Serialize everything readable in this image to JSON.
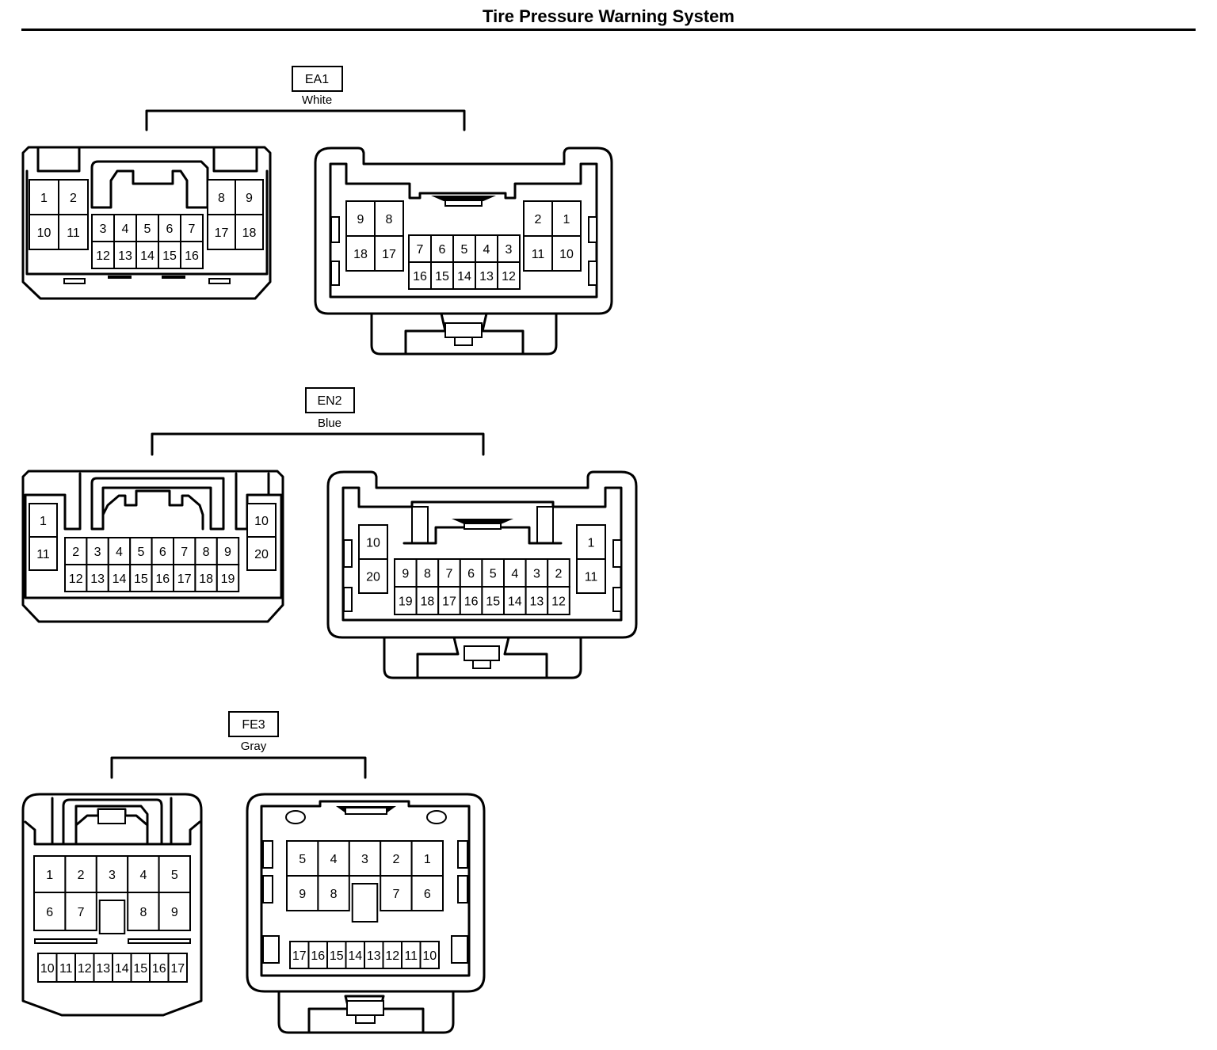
{
  "page": {
    "title": "Tire Pressure Warning System"
  },
  "connectors": {
    "ea1": {
      "code": "EA1",
      "color": "White",
      "left": {
        "left_group": [
          [
            "1",
            "2"
          ],
          [
            "10",
            "11"
          ]
        ],
        "center_group": [
          [
            "3",
            "4",
            "5",
            "6",
            "7"
          ],
          [
            "12",
            "13",
            "14",
            "15",
            "16"
          ]
        ],
        "right_group": [
          [
            "8",
            "9"
          ],
          [
            "17",
            "18"
          ]
        ]
      },
      "right": {
        "left_group": [
          [
            "9",
            "8"
          ],
          [
            "18",
            "17"
          ]
        ],
        "center_group": [
          [
            "7",
            "6",
            "5",
            "4",
            "3"
          ],
          [
            "16",
            "15",
            "14",
            "13",
            "12"
          ]
        ],
        "right_group": [
          [
            "2",
            "1"
          ],
          [
            "11",
            "10"
          ]
        ]
      }
    },
    "en2": {
      "code": "EN2",
      "color": "Blue",
      "left": {
        "left_group": [
          [
            "1"
          ],
          [
            "11"
          ]
        ],
        "center_group": [
          [
            "2",
            "3",
            "4",
            "5",
            "6",
            "7",
            "8",
            "9"
          ],
          [
            "12",
            "13",
            "14",
            "15",
            "16",
            "17",
            "18",
            "19"
          ]
        ],
        "right_group": [
          [
            "10"
          ],
          [
            "20"
          ]
        ]
      },
      "right": {
        "left_group": [
          [
            "10"
          ],
          [
            "20"
          ]
        ],
        "center_group": [
          [
            "9",
            "8",
            "7",
            "6",
            "5",
            "4",
            "3",
            "2"
          ],
          [
            "19",
            "18",
            "17",
            "16",
            "15",
            "14",
            "13",
            "12"
          ]
        ],
        "right_group": [
          [
            "1"
          ],
          [
            "11"
          ]
        ]
      }
    },
    "fe3": {
      "code": "FE3",
      "color": "Gray",
      "left": {
        "top_row": [
          "1",
          "2",
          "3",
          "4",
          "5"
        ],
        "mid_row": [
          "6",
          "7",
          "",
          "8",
          "9"
        ],
        "bottom_row": [
          "10",
          "11",
          "12",
          "13",
          "14",
          "15",
          "16",
          "17"
        ]
      },
      "right": {
        "top_row": [
          "5",
          "4",
          "3",
          "2",
          "1"
        ],
        "mid_row": [
          "9",
          "8",
          "",
          "7",
          "6"
        ],
        "bottom_row": [
          "17",
          "16",
          "15",
          "14",
          "13",
          "12",
          "11",
          "10"
        ]
      }
    }
  }
}
